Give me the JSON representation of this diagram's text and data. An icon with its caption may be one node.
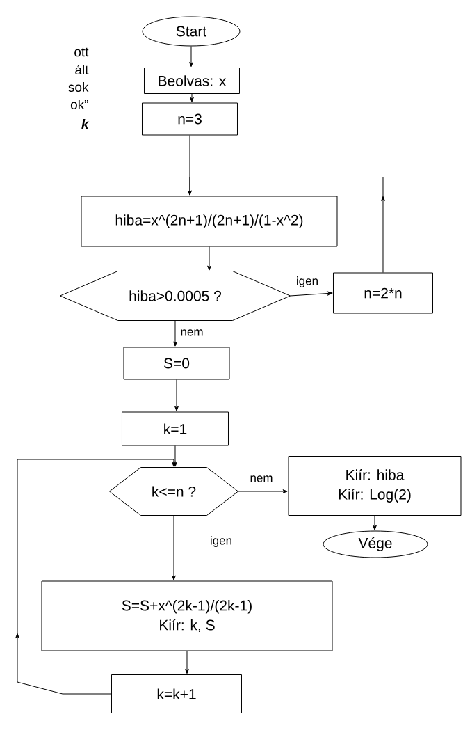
{
  "diagram": {
    "nodes": [
      {
        "text": [
          "Start"
        ]
      },
      {
        "text": [
          "Beolvas: x"
        ]
      },
      {
        "text": [
          "n=3"
        ]
      },
      {
        "text": [
          "hiba=x^(2n+1)/(2n+1)/(1-x^2)"
        ]
      },
      {
        "text": [
          "hiba>0.0005 ?"
        ]
      },
      {
        "text": [
          "n=2*n"
        ]
      },
      {
        "text": [
          "S=0"
        ]
      },
      {
        "text": [
          "k=1"
        ]
      },
      {
        "text": [
          "k<=n ?"
        ]
      },
      {
        "text": [
          "Kiír: hiba",
          "Kiír: Log(2)"
        ]
      },
      {
        "text": [
          "Vége"
        ]
      },
      {
        "text": [
          "S=S+x^(2k-1)/(2k-1)",
          "Kiír: k, S"
        ]
      },
      {
        "text": [
          "k=k+1"
        ]
      }
    ],
    "edges": [
      {
        "from": 0,
        "to": 1,
        "arrow": "to"
      },
      {
        "from": 1,
        "to": 2,
        "arrow": "to"
      },
      {
        "from": 2,
        "to": 3,
        "arrow": "to"
      },
      {
        "from": 3,
        "to": 4,
        "arrow": "to"
      },
      {
        "from": 4,
        "to": 5,
        "arrow": "to",
        "label": "igen"
      },
      {
        "from": 5,
        "to": 3,
        "arrow": "to"
      },
      {
        "from": 4,
        "to": 6,
        "arrow": "to",
        "label": "nem"
      },
      {
        "from": 6,
        "to": 7,
        "arrow": "to"
      },
      {
        "from": 7,
        "to": 8,
        "arrow": "to"
      },
      {
        "from": 8,
        "to": 9,
        "arrow": "to",
        "label": "nem"
      },
      {
        "from": 9,
        "to": 10,
        "arrow": "to"
      },
      {
        "from": 8,
        "to": 11,
        "arrow": "to",
        "label": "igen"
      },
      {
        "from": 11,
        "to": 12,
        "arrow": "to"
      },
      {
        "from": 12,
        "to": 8,
        "arrow": "to"
      }
    ],
    "labels": [
      "ott",
      "ált",
      "sok",
      "ok”",
      "k"
    ]
  }
}
